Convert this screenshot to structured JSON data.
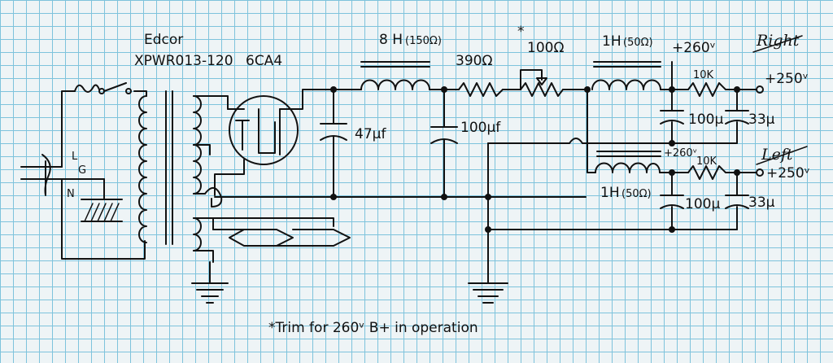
{
  "transformer": {
    "brand": "Edcor",
    "model": "XPWR013-120"
  },
  "rectifier_tube": "6CA4",
  "choke_main": {
    "inductance": "8 H",
    "resistance": "(150Ω)"
  },
  "resistor_series": "390Ω",
  "trim_pot": {
    "marker": "*",
    "value": "100Ω"
  },
  "choke_right": {
    "inductance": "1H",
    "resistance": "(50Ω)"
  },
  "choke_left": {
    "inductance": "1H",
    "resistance": "(50Ω)"
  },
  "cap_first": "47μf",
  "cap_second": "100μf",
  "right_channel": {
    "label": "Right",
    "node_voltage": "+260ᵛ",
    "resistor": "10K",
    "cap_big": "100μ",
    "cap_small": "33μ",
    "output_voltage": "+250ᵛ"
  },
  "left_channel": {
    "label": "Left",
    "node_voltage": "+260ᵛ",
    "resistor": "10K",
    "cap_big": "100μ",
    "cap_small": "33μ",
    "output_voltage": "+250ᵛ"
  },
  "plug_pins": {
    "line": "L",
    "ground": "G",
    "neutral": "N"
  },
  "footnote": "*Trim for 260ᵛ B+ in operation"
}
